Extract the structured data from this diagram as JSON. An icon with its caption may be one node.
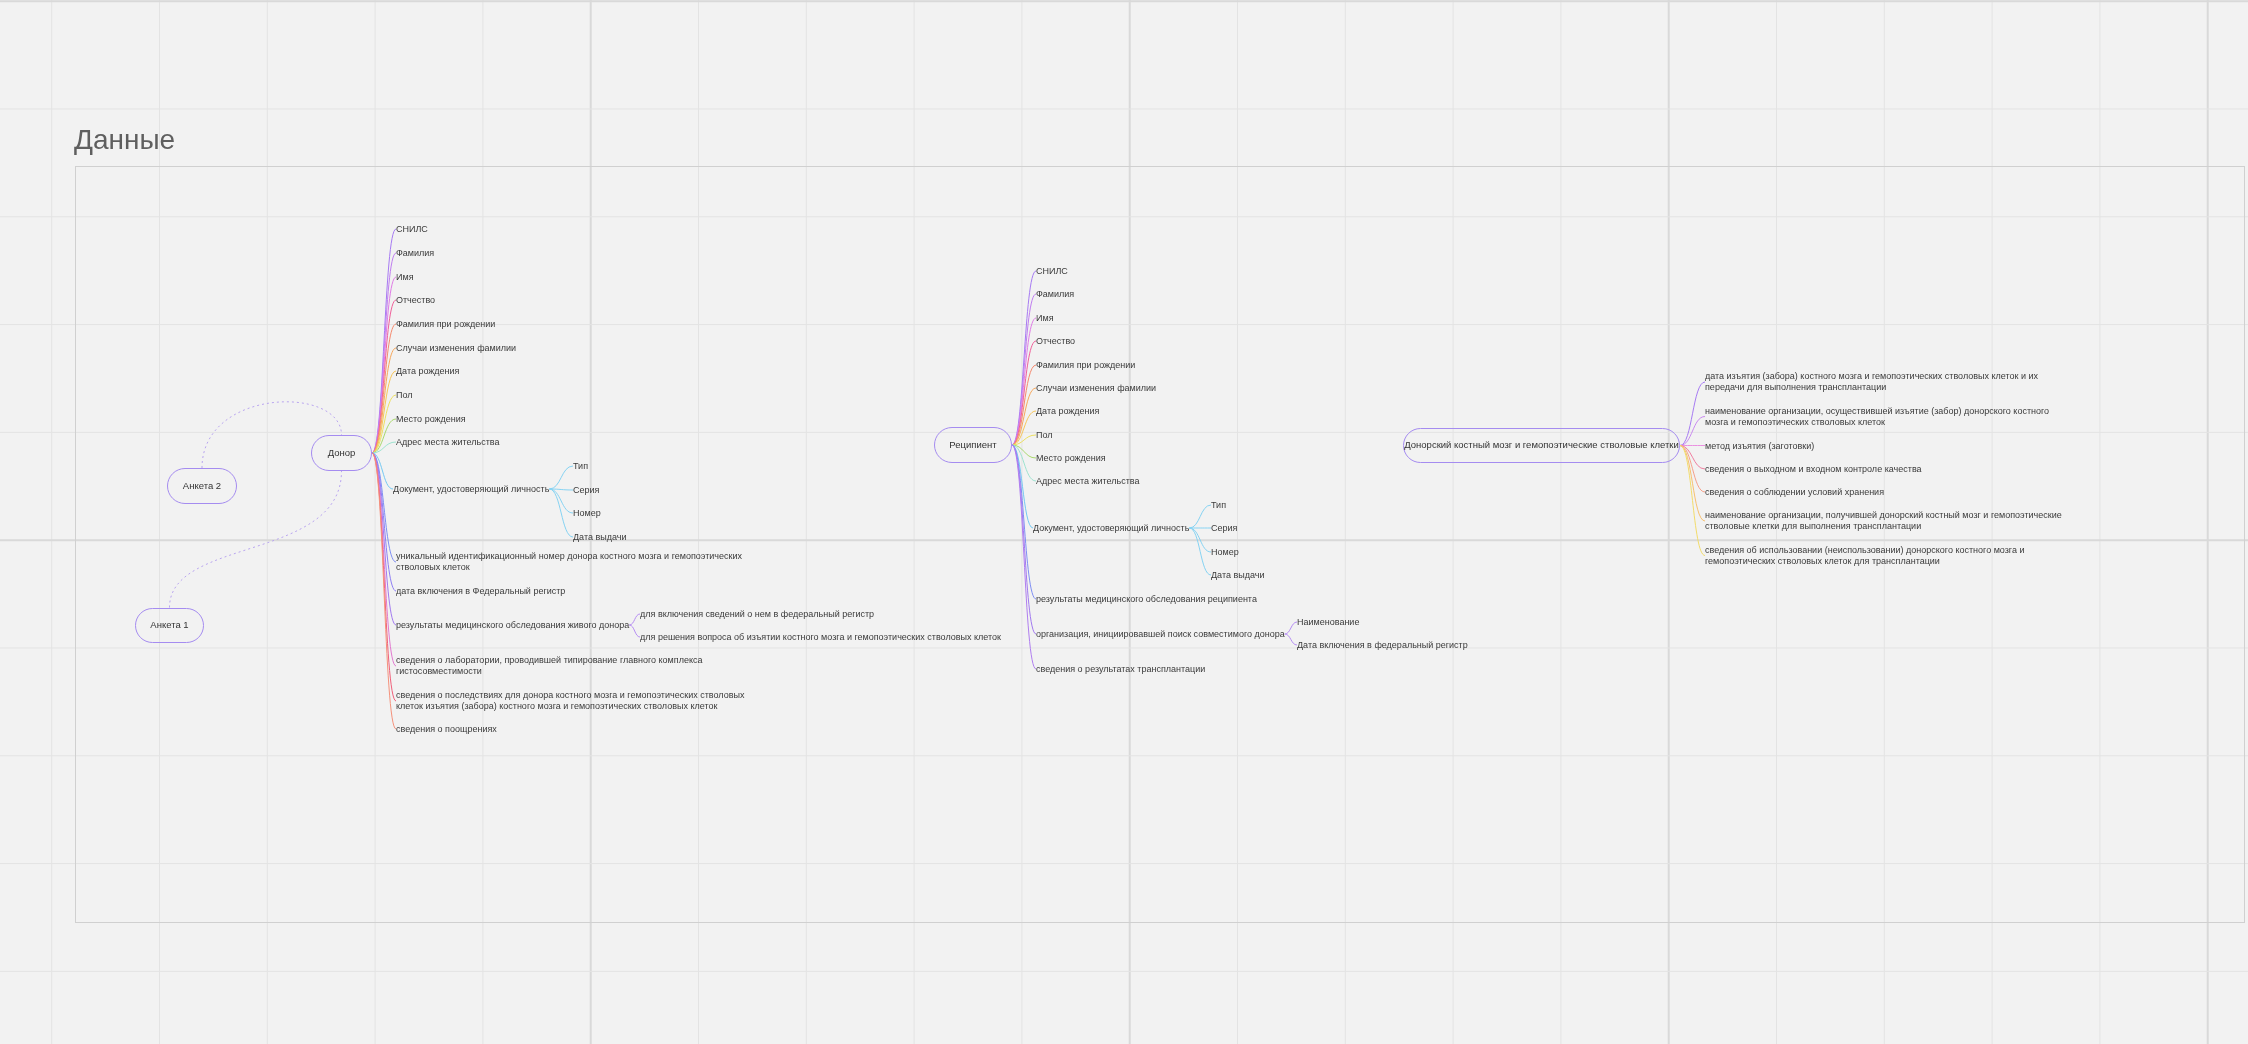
{
  "diagram": {
    "title": "Данные",
    "nodes": [
      {
        "text": [
          "Донор"
        ]
      },
      {
        "text": [
          "Анкета 2"
        ]
      },
      {
        "text": [
          "Анкета 1"
        ]
      },
      {
        "text": [
          "СНИЛС"
        ]
      },
      {
        "text": [
          "Фамилия"
        ]
      },
      {
        "text": [
          "Имя"
        ]
      },
      {
        "text": [
          "Отчество"
        ]
      },
      {
        "text": [
          "Фамилия при рождении"
        ]
      },
      {
        "text": [
          "Случаи изменения фамилии"
        ]
      },
      {
        "text": [
          "Дата рождения"
        ]
      },
      {
        "text": [
          "Пол"
        ]
      },
      {
        "text": [
          "Место рождения"
        ]
      },
      {
        "text": [
          "Адрес места жительства"
        ]
      },
      {
        "text": [
          "Документ, удостоверяющий личность"
        ]
      },
      {
        "text": [
          "Тип"
        ]
      },
      {
        "text": [
          "Серия"
        ]
      },
      {
        "text": [
          "Номер"
        ]
      },
      {
        "text": [
          "Дата выдачи"
        ]
      },
      {
        "text": [
          "уникальный идентификационный номер донора костного мозга и гемопоэтических стволовых клеток"
        ]
      },
      {
        "text": [
          "дата включения в Федеральный регистр"
        ]
      },
      {
        "text": [
          "результаты медицинского обследования живого донора"
        ]
      },
      {
        "text": [
          "для включения сведений о нем в федеральный регистр"
        ]
      },
      {
        "text": [
          "для решения вопроса об изъятии костного мозга и гемопоэтических стволовых клеток"
        ]
      },
      {
        "text": [
          "сведения о лаборатории, проводившей типирование главного комплекса гистосовместимости"
        ]
      },
      {
        "text": [
          "сведения о последствиях для донора костного мозга и гемопоэтических стволовых клеток изъятия (забора) костного мозга и гемопоэтических стволовых клеток"
        ]
      },
      {
        "text": [
          "сведения о поощрениях"
        ]
      },
      {
        "text": [
          "Реципиент"
        ]
      },
      {
        "text": [
          "СНИЛС"
        ]
      },
      {
        "text": [
          "Фамилия"
        ]
      },
      {
        "text": [
          "Имя"
        ]
      },
      {
        "text": [
          "Отчество"
        ]
      },
      {
        "text": [
          "Фамилия при рождении"
        ]
      },
      {
        "text": [
          "Случаи изменения фамилии"
        ]
      },
      {
        "text": [
          "Дата рождения"
        ]
      },
      {
        "text": [
          "Пол"
        ]
      },
      {
        "text": [
          "Место рождения"
        ]
      },
      {
        "text": [
          "Адрес места жительства"
        ]
      },
      {
        "text": [
          "Документ, удостоверяющий личность"
        ]
      },
      {
        "text": [
          "Тип"
        ]
      },
      {
        "text": [
          "Серия"
        ]
      },
      {
        "text": [
          "Номер"
        ]
      },
      {
        "text": [
          "Дата выдачи"
        ]
      },
      {
        "text": [
          "результаты медицинского обследования реципиента"
        ]
      },
      {
        "text": [
          "организация, инициировавшей поиск совместимого донора"
        ]
      },
      {
        "text": [
          "Наименование"
        ]
      },
      {
        "text": [
          "Дата включения в федеральный регистр"
        ]
      },
      {
        "text": [
          "сведения о результатах трансплантации"
        ]
      },
      {
        "text": [
          "Донорский костный мозг и гемопоэтические стволовые клетки"
        ]
      },
      {
        "text": [
          "дата изъятия (забора) костного мозга и гемопоэтических стволовых клеток и их передачи для выполнения трансплантации"
        ]
      },
      {
        "text": [
          "наименование организации, осуществившей изъятие (забор) донорского костного мозга и гемопоэтических стволовых клеток"
        ]
      },
      {
        "text": [
          "метод изъятия (заготовки)"
        ]
      },
      {
        "text": [
          "сведения о выходном и входном контроле качества"
        ]
      },
      {
        "text": [
          "сведения о соблюдении условий хранения"
        ]
      },
      {
        "text": [
          "наименование организации, получившей донорский костный мозг и гемопоэтические стволовые клетки для выполнения трансплантации"
        ]
      },
      {
        "text": [
          "сведения об использовании (неиспользовании) донорского костного мозга и гемопоэтических стволовых клеток для трансплантации"
        ]
      }
    ],
    "edges": [
      {
        "from": 1,
        "to": 0,
        "arrow": "none",
        "style": "dashed",
        "color": "#b9a5f0"
      },
      {
        "from": 2,
        "to": 0,
        "arrow": "none",
        "style": "dashed",
        "color": "#b9a5f0"
      },
      {
        "from": 0,
        "to": 3,
        "arrow": "none",
        "color": "#a77bf3"
      },
      {
        "from": 0,
        "to": 4,
        "arrow": "none",
        "color": "#c07ef0"
      },
      {
        "from": 0,
        "to": 5,
        "arrow": "none",
        "color": "#e07ce6"
      },
      {
        "from": 0,
        "to": 6,
        "arrow": "none",
        "color": "#f0609a"
      },
      {
        "from": 0,
        "to": 7,
        "arrow": "none",
        "color": "#f5896e"
      },
      {
        "from": 0,
        "to": 8,
        "arrow": "none",
        "color": "#f7a85c"
      },
      {
        "from": 0,
        "to": 9,
        "arrow": "none",
        "color": "#f7c65a"
      },
      {
        "from": 0,
        "to": 10,
        "arrow": "none",
        "color": "#ede062"
      },
      {
        "from": 0,
        "to": 11,
        "arrow": "none",
        "color": "#a9d96c"
      },
      {
        "from": 0,
        "to": 12,
        "arrow": "none",
        "color": "#9ee3d0"
      },
      {
        "from": 0,
        "to": 13,
        "arrow": "none",
        "color": "#74c9f2"
      },
      {
        "from": 13,
        "to": 14,
        "arrow": "none",
        "color": "#86d3f3"
      },
      {
        "from": 13,
        "to": 15,
        "arrow": "none",
        "color": "#86d3f3"
      },
      {
        "from": 13,
        "to": 16,
        "arrow": "none",
        "color": "#86d3f3"
      },
      {
        "from": 13,
        "to": 17,
        "arrow": "none",
        "color": "#86d3f3"
      },
      {
        "from": 0,
        "to": 18,
        "arrow": "none",
        "color": "#7f8ff4"
      },
      {
        "from": 0,
        "to": 19,
        "arrow": "none",
        "color": "#8f7ff4"
      },
      {
        "from": 0,
        "to": 20,
        "arrow": "none",
        "color": "#a27af0"
      },
      {
        "from": 20,
        "to": 21,
        "arrow": "none",
        "color": "#b68ef2"
      },
      {
        "from": 20,
        "to": 22,
        "arrow": "none",
        "color": "#b68ef2"
      },
      {
        "from": 0,
        "to": 23,
        "arrow": "none",
        "color": "#e27ad0"
      },
      {
        "from": 0,
        "to": 24,
        "arrow": "none",
        "color": "#f0607a"
      },
      {
        "from": 0,
        "to": 25,
        "arrow": "none",
        "color": "#f5927c"
      },
      {
        "from": 26,
        "to": 27,
        "arrow": "none",
        "color": "#a77bf3"
      },
      {
        "from": 26,
        "to": 28,
        "arrow": "none",
        "color": "#c07ef0"
      },
      {
        "from": 26,
        "to": 29,
        "arrow": "none",
        "color": "#e07ce6"
      },
      {
        "from": 26,
        "to": 30,
        "arrow": "none",
        "color": "#f0609a"
      },
      {
        "from": 26,
        "to": 31,
        "arrow": "none",
        "color": "#f5896e"
      },
      {
        "from": 26,
        "to": 32,
        "arrow": "none",
        "color": "#f7a85c"
      },
      {
        "from": 26,
        "to": 33,
        "arrow": "none",
        "color": "#f7c65a"
      },
      {
        "from": 26,
        "to": 34,
        "arrow": "none",
        "color": "#ede062"
      },
      {
        "from": 26,
        "to": 35,
        "arrow": "none",
        "color": "#a9d96c"
      },
      {
        "from": 26,
        "to": 36,
        "arrow": "none",
        "color": "#9ee3d0"
      },
      {
        "from": 26,
        "to": 37,
        "arrow": "none",
        "color": "#74c9f2"
      },
      {
        "from": 37,
        "to": 38,
        "arrow": "none",
        "color": "#86d3f3"
      },
      {
        "from": 37,
        "to": 39,
        "arrow": "none",
        "color": "#86d3f3"
      },
      {
        "from": 37,
        "to": 40,
        "arrow": "none",
        "color": "#86d3f3"
      },
      {
        "from": 37,
        "to": 41,
        "arrow": "none",
        "color": "#86d3f3"
      },
      {
        "from": 26,
        "to": 42,
        "arrow": "none",
        "color": "#7f8ff4"
      },
      {
        "from": 26,
        "to": 43,
        "arrow": "none",
        "color": "#a27af0"
      },
      {
        "from": 43,
        "to": 44,
        "arrow": "none",
        "color": "#b68ef2"
      },
      {
        "from": 43,
        "to": 45,
        "arrow": "none",
        "color": "#b68ef2"
      },
      {
        "from": 26,
        "to": 46,
        "arrow": "none",
        "color": "#b07ef0"
      },
      {
        "from": 47,
        "to": 48,
        "arrow": "none",
        "color": "#a77bf3"
      },
      {
        "from": 47,
        "to": 49,
        "arrow": "none",
        "color": "#c98af0"
      },
      {
        "from": 47,
        "to": 50,
        "arrow": "none",
        "color": "#ea8fe0"
      },
      {
        "from": 47,
        "to": 51,
        "arrow": "none",
        "color": "#f07fa0"
      },
      {
        "from": 47,
        "to": 52,
        "arrow": "none",
        "color": "#f5a08a"
      },
      {
        "from": 47,
        "to": 53,
        "arrow": "none",
        "color": "#f7c070"
      },
      {
        "from": 47,
        "to": 54,
        "arrow": "none",
        "color": "#f2dc6a"
      }
    ]
  }
}
